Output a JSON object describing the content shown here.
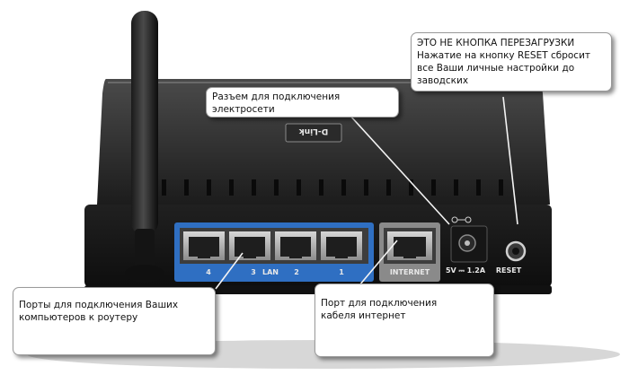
{
  "callouts": {
    "reset": {
      "line1": "ЭТО НЕ КНОПКА ПЕРЕЗАГРУЗКИ",
      "line2": "Нажатие на кнопку RESET сбросит",
      "line3": "все Ваши личные настройки до",
      "line4": "заводских"
    },
    "power": {
      "line1": "Разъем для подключения",
      "line2": "электросети"
    },
    "lan": {
      "line1": "Порты для подключения Ваших",
      "line2": "компьютеров к роутеру"
    },
    "internet": {
      "line1": "Порт для подключения",
      "line2": "кабеля интернет"
    }
  },
  "device": {
    "brand": "D-Link",
    "lan_label": "LAN",
    "port_numbers": [
      "4",
      "3",
      "2",
      "1"
    ],
    "internet_label": "INTERNET",
    "power_rating": "5V ⎓ 1.2A",
    "reset_label": "RESET"
  },
  "colors": {
    "lan_panel": "#2f6fc2",
    "router_body": "#1b1b1b",
    "internet_panel": "#8a8a8a"
  }
}
